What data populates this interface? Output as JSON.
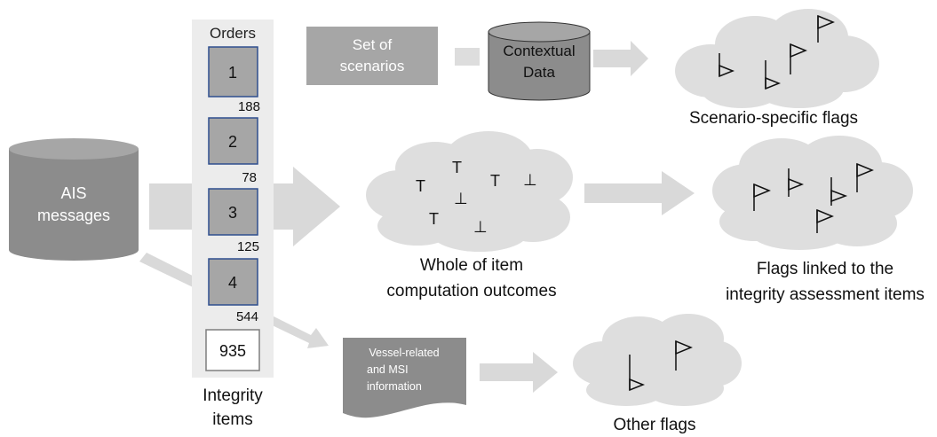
{
  "orders_column": {
    "title": "Orders",
    "caption_line1": "Integrity",
    "caption_line2": "items",
    "orders": [
      {
        "label": "1",
        "count": "188"
      },
      {
        "label": "2",
        "count": "78"
      },
      {
        "label": "3",
        "count": "125"
      },
      {
        "label": "4",
        "count": "544"
      }
    ],
    "total": "935"
  },
  "ais_source": {
    "line1": "AIS",
    "line2": "messages"
  },
  "scenarios_box": {
    "line1": "Set of",
    "line2": "scenarios"
  },
  "contextual_db": {
    "line1": "Contextual",
    "line2": "Data"
  },
  "vessel_doc": {
    "line1": "Vessel-related",
    "line2": "and MSI",
    "line3": "information"
  },
  "clouds": {
    "scenario_flags": {
      "caption": "Scenario-specific flags"
    },
    "computation": {
      "caption_line1": "Whole of item",
      "caption_line2": "computation outcomes",
      "symbols": [
        "T",
        "T",
        "T",
        "⊥",
        "⊥",
        "T",
        "⊥"
      ]
    },
    "linked_flags": {
      "caption_line1": "Flags linked to the",
      "caption_line2": "integrity assessment items"
    },
    "other_flags": {
      "caption": "Other flags"
    }
  },
  "colors": {
    "arrow": "#d9d9d9",
    "cylinder_dark": "#8c8c8c",
    "cylinder_top": "#a6a6a6",
    "box_gray": "#a6a6a6",
    "cloud": "#dedede",
    "order_fill": "#a6a6a6",
    "order_border": "#2f4f8f",
    "column_bg": "#ececec"
  }
}
